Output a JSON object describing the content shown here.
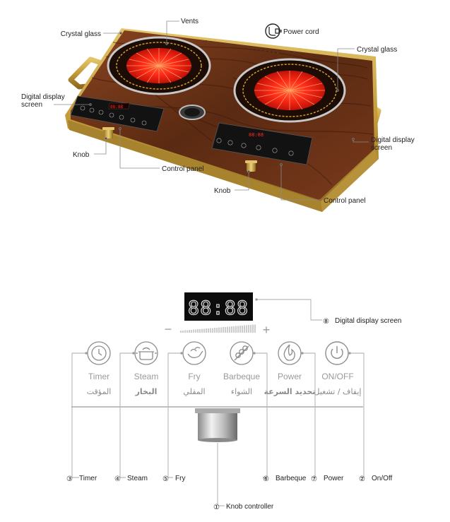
{
  "top_labels": {
    "crystal_glass_left": "Crystal glass",
    "vents": "Vents",
    "power_cord": "Power cord",
    "crystal_glass_right": "Crystal glass",
    "digital_display_left_line1": "Digital display",
    "digital_display_left_line2": "screen",
    "digital_display_right_line1": "Digital display",
    "digital_display_right_line2": "screen",
    "knob_left": "Knob",
    "control_panel_left": "Control panel",
    "knob_right": "Knob",
    "control_panel_right": "Control panel"
  },
  "panel": {
    "display_value": "88:88",
    "minus_symbol": "−",
    "plus_symbol": "+",
    "buttons": [
      {
        "en": "Timer",
        "ar": "المؤقت",
        "icon": "clock-icon"
      },
      {
        "en": "Steam",
        "ar": "البخار",
        "icon": "pot-icon"
      },
      {
        "en": "Fry",
        "ar": "المقلي",
        "icon": "frying-pan-icon"
      },
      {
        "en": "Barbeque",
        "ar": "الشواء",
        "icon": "skewer-icon"
      },
      {
        "en": "Power",
        "ar": "تحديد السرعة",
        "icon": "flame-icon"
      },
      {
        "en": "ON/OFF",
        "ar": "إيقاف / تشغيل",
        "icon": "power-icon"
      }
    ]
  },
  "callouts": {
    "display": {
      "num": "⑧",
      "text": "Digital display screen"
    },
    "timer": {
      "num": "③",
      "text": "Timer"
    },
    "steam": {
      "num": "④",
      "text": "Steam"
    },
    "fry": {
      "num": "⑤",
      "text": "Fry"
    },
    "barbeque": {
      "num": "⑥",
      "text": "Barbeque"
    },
    "power": {
      "num": "⑦",
      "text": "Power"
    },
    "onoff": {
      "num": "②",
      "text": "On/Off"
    },
    "knob": {
      "num": "①",
      "text": "Knob controller"
    }
  },
  "colors": {
    "wood_dark": "#4a2210",
    "wood_mid": "#7a3a1c",
    "gold": "#c8a44a",
    "burner_red": "#ff2a1a",
    "panel_black": "#111111",
    "icon_gray": "#8c8c8c"
  }
}
